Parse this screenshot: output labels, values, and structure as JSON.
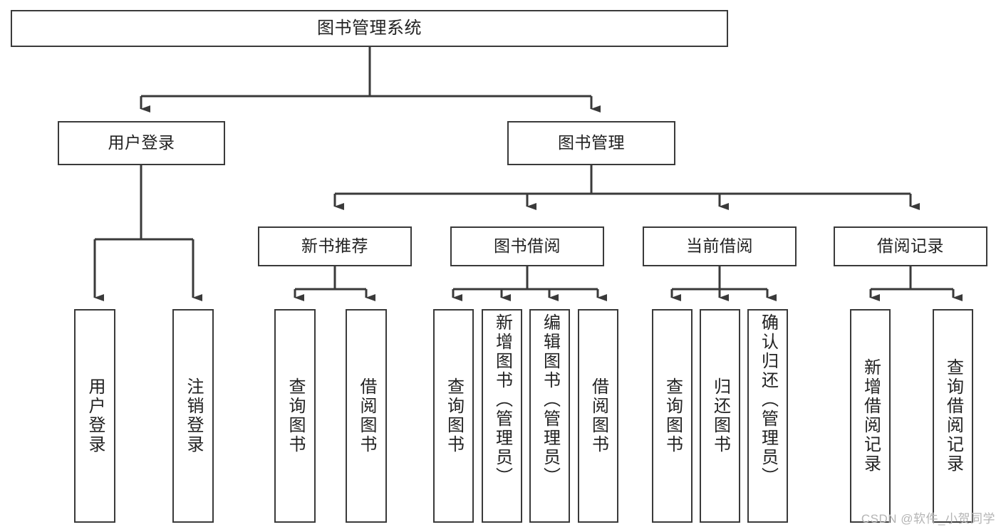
{
  "diagram": {
    "type": "tree",
    "title": "图书管理系统",
    "watermark": "CSDN @软件_小贺同学",
    "colors": {
      "background": "#ffffff",
      "box_border": "#3a3a3a",
      "box_fill": "#ffffff",
      "connector": "#3a3a3a",
      "text": "#222222",
      "watermark": "#b4b4b4"
    },
    "nodes": {
      "root": {
        "label": "图书管理系统"
      },
      "level2": [
        {
          "id": "user-login",
          "label": "用户登录"
        },
        {
          "id": "book-manage",
          "label": "图书管理"
        }
      ],
      "level3": [
        {
          "id": "new-book-rec",
          "label": "新书推荐"
        },
        {
          "id": "book-borrow",
          "label": "图书借阅"
        },
        {
          "id": "current-borrow",
          "label": "当前借阅"
        },
        {
          "id": "borrow-record",
          "label": "借阅记录"
        }
      ],
      "leaves": {
        "user_login": [
          {
            "id": "leaf-user-login",
            "label": "用户登录"
          },
          {
            "id": "leaf-user-logout",
            "label": "注销登录"
          }
        ],
        "new_book_rec": [
          {
            "id": "leaf-query-book-1",
            "label": "查询图书"
          },
          {
            "id": "leaf-borrow-book-1",
            "label": "借阅图书"
          }
        ],
        "book_borrow": [
          {
            "id": "leaf-query-book-2",
            "label": "查询图书"
          },
          {
            "id": "leaf-add-book",
            "label": "新增图书（管理员）"
          },
          {
            "id": "leaf-edit-book",
            "label": "编辑图书（管理员）"
          },
          {
            "id": "leaf-borrow-book-2",
            "label": "借阅图书"
          }
        ],
        "current_borrow": [
          {
            "id": "leaf-query-book-3",
            "label": "查询图书"
          },
          {
            "id": "leaf-return-book",
            "label": "归还图书"
          },
          {
            "id": "leaf-confirm-return",
            "label": "确认归还（管理员）"
          }
        ],
        "borrow_record": [
          {
            "id": "leaf-add-record",
            "label": "新增借阅记录"
          },
          {
            "id": "leaf-query-record",
            "label": "查询借阅记录"
          }
        ]
      }
    }
  }
}
